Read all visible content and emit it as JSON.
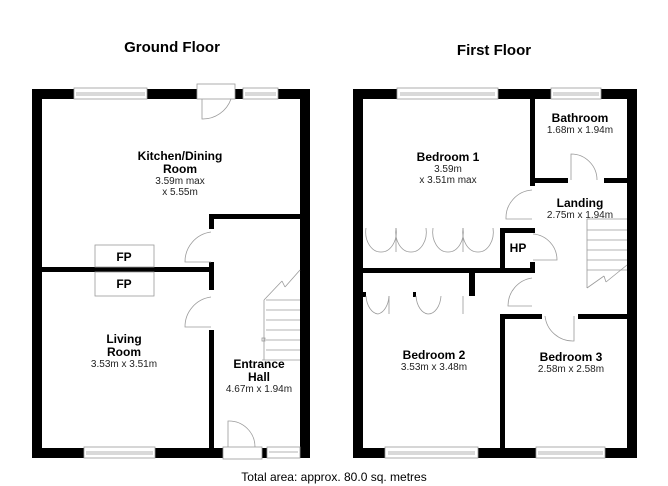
{
  "ground_floor": {
    "title": "Ground Floor",
    "rooms": [
      {
        "name": "Kitchen/Dining",
        "name2": "Room",
        "dim1": "3.59m max",
        "dim2": "x 5.55m"
      },
      {
        "name": "Living",
        "name2": "Room",
        "dim1": "3.53m x 3.51m"
      },
      {
        "name": "Entrance",
        "name2": "Hall",
        "dim1": "4.67m x 1.94m"
      }
    ],
    "fireplaces": [
      "FP",
      "FP"
    ]
  },
  "first_floor": {
    "title": "First Floor",
    "rooms": [
      {
        "name": "Bedroom 1",
        "dim1": "3.59m",
        "dim2": "x 3.51m max"
      },
      {
        "name": "Bathroom",
        "dim1": "1.68m x 1.94m"
      },
      {
        "name": "Landing",
        "dim1": "2.75m x 1.94m"
      },
      {
        "name": "HP"
      },
      {
        "name": "Bedroom 2",
        "dim1": "3.53m x 3.48m"
      },
      {
        "name": "Bedroom 3",
        "dim1": "2.58m x 2.58m"
      }
    ]
  },
  "footer": {
    "total_area": "Total area: approx. 80.0 sq. metres"
  },
  "colors": {
    "wall": "#000000",
    "fixture_line": "#9a9a9a",
    "background": "#ffffff"
  }
}
